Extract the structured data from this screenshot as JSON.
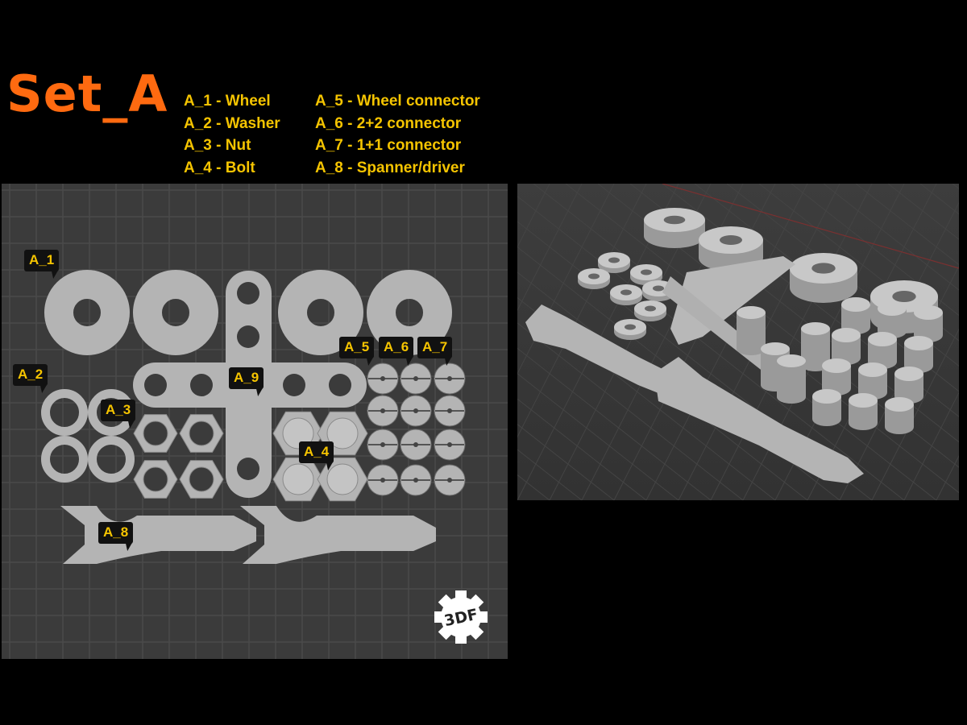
{
  "title": "Set_A",
  "legend": {
    "col1": [
      "A_1 - Wheel",
      "A_2 - Washer",
      "A_3 - Nut",
      "A_4 - Bolt"
    ],
    "col2": [
      "A_5 - Wheel connector",
      "A_6 - 2+2 connector",
      "A_7 - 1+1 connector",
      "A_8 - Spanner/driver"
    ]
  },
  "callouts": {
    "a1": "A_1",
    "a2": "A_2",
    "a3": "A_3",
    "a4": "A_4",
    "a5": "A_5",
    "a6": "A_6",
    "a7": "A_7",
    "a8": "A_8",
    "a9": "A_9"
  },
  "logo": "3DF",
  "colors": {
    "title": "#ff6a10",
    "legend": "#f5c400",
    "part": "#b4b4b4",
    "panel": "#3b3b3b"
  }
}
